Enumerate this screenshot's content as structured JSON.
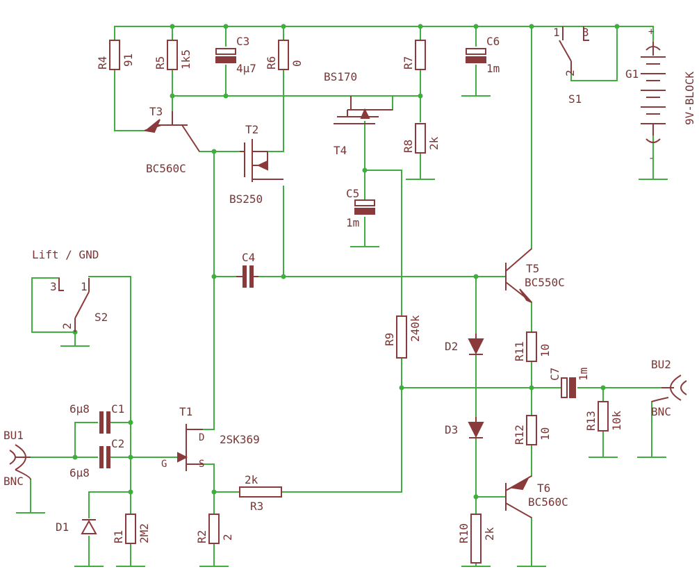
{
  "labels": {
    "R4": "R4",
    "R4v": "91",
    "R5": "R5",
    "R5v": "1k5",
    "C3": "C3",
    "C3v": "4µ7",
    "R6": "R6",
    "R6v": "0",
    "R7": "R7",
    "C6": "C6",
    "C6v": "1m",
    "S1": "S1",
    "S1p1": "1",
    "S1p2": "2",
    "S1p3": "3",
    "G1": "G1",
    "G1v": "9V-BLOCK",
    "T3": "T3",
    "T3v": "BC560C",
    "T2": "T2",
    "T2v": "BS250",
    "T4": "T4",
    "T4v": "BS170",
    "R8": "R8",
    "R8v": "2k",
    "C5": "C5",
    "C5v": "1m",
    "liftgnd": "Lift / GND",
    "S2": "S2",
    "S2p1": "1",
    "S2p2": "2",
    "S2p3": "3",
    "C4": "C4",
    "T5": "T5",
    "T5v": "BC550C",
    "R9": "R9",
    "R9v": "240k",
    "D2": "D2",
    "D3": "D3",
    "R11": "R11",
    "R11v": "10",
    "C7": "C7",
    "C7v": "1m",
    "BU2": "BU2",
    "BU2v": "BNC",
    "R13": "R13",
    "R13v": "10k",
    "C1": "C1",
    "C1v": "6µ8",
    "C2": "C2",
    "C2v": "6µ8",
    "T1": "T1",
    "T1v": "2SK369",
    "T1d": "D",
    "T1g": "G",
    "T1s": "S",
    "BU1": "BU1",
    "BU1v": "BNC",
    "R12": "R12",
    "R12v": "10",
    "T6": "T6",
    "T6v": "BC560C",
    "R3": "R3",
    "R3v": "2k",
    "D1": "D1",
    "R1": "R1",
    "R1v": "2M2",
    "R2": "R2",
    "R2v": "2",
    "R10": "R10",
    "R10v": "2k"
  }
}
